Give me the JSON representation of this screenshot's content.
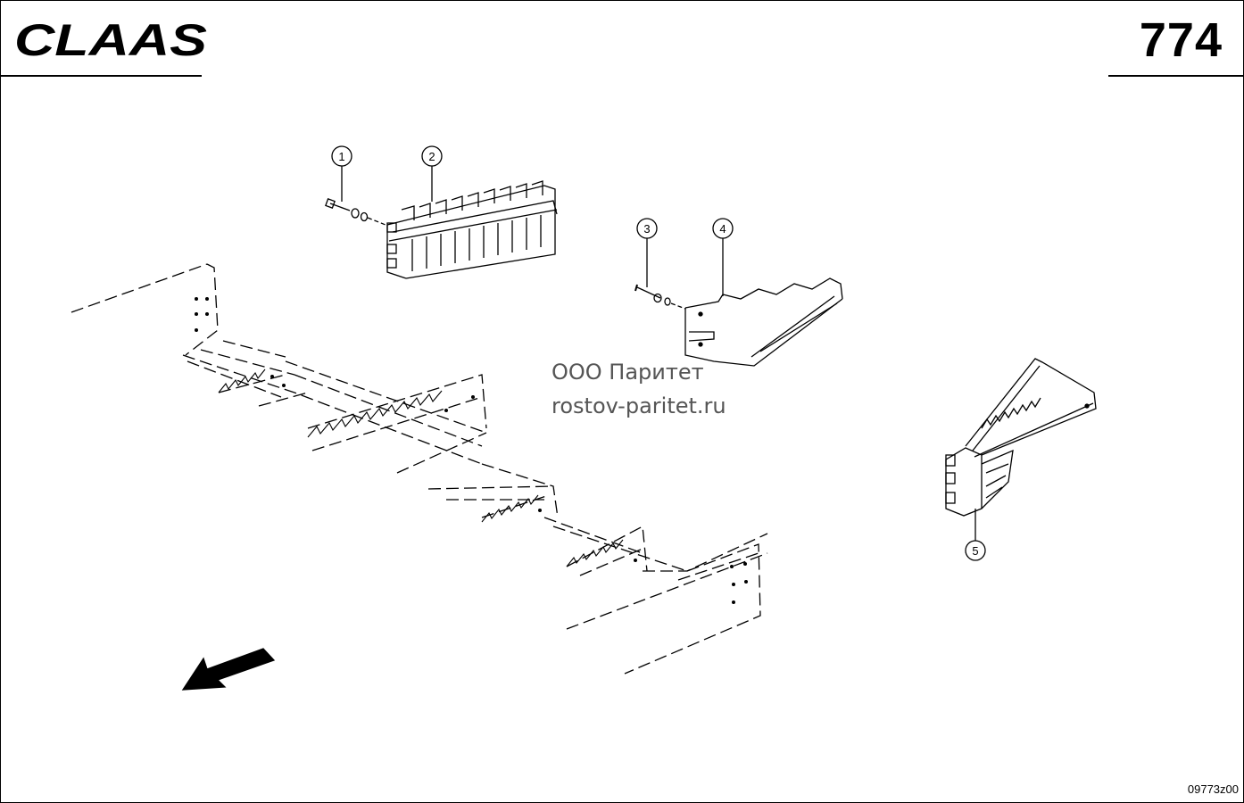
{
  "header": {
    "brand": "CLAAS",
    "page_number": "774"
  },
  "watermark": {
    "line1": "ООО Паритет",
    "line2": "rostov-paritet.ru"
  },
  "callouts": [
    {
      "label": "1"
    },
    {
      "label": "2"
    },
    {
      "label": "3"
    },
    {
      "label": "4"
    },
    {
      "label": "5"
    }
  ],
  "footer": {
    "drawing_code": "09773z00"
  }
}
